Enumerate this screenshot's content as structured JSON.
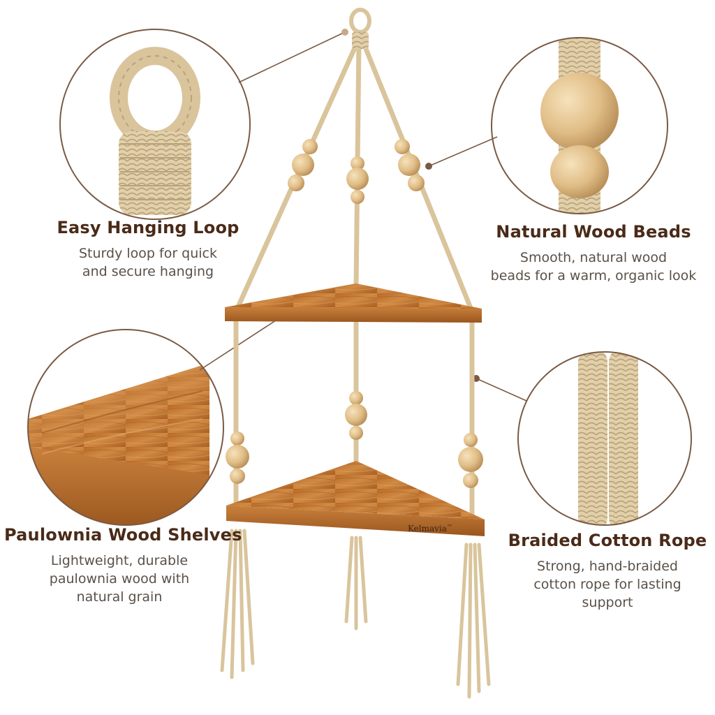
{
  "brand": "Kelmavia",
  "brand_mark": "™",
  "features": {
    "loop": {
      "title": "Easy Hanging Loop",
      "lines": [
        "Sturdy loop for quick",
        "and secure hanging"
      ]
    },
    "beads": {
      "title": "Natural Wood Beads",
      "lines": [
        "Smooth, natural wood",
        "beads for a warm, organic look"
      ]
    },
    "shelves": {
      "title": "Paulownia Wood Shelves",
      "lines": [
        "Lightweight, durable",
        "paulownia wood with",
        "natural grain"
      ]
    },
    "rope": {
      "title": "Braided Cotton Rope",
      "lines": [
        "Strong, hand-braided",
        "cotton rope for lasting",
        "support"
      ]
    }
  },
  "colors": {
    "heading": "#4a2a18",
    "body": "#5a5048",
    "rope": "#d9c49c",
    "wood": "#c27a34",
    "bead": "#e2c08a",
    "callout_line": "#7a5a44"
  }
}
